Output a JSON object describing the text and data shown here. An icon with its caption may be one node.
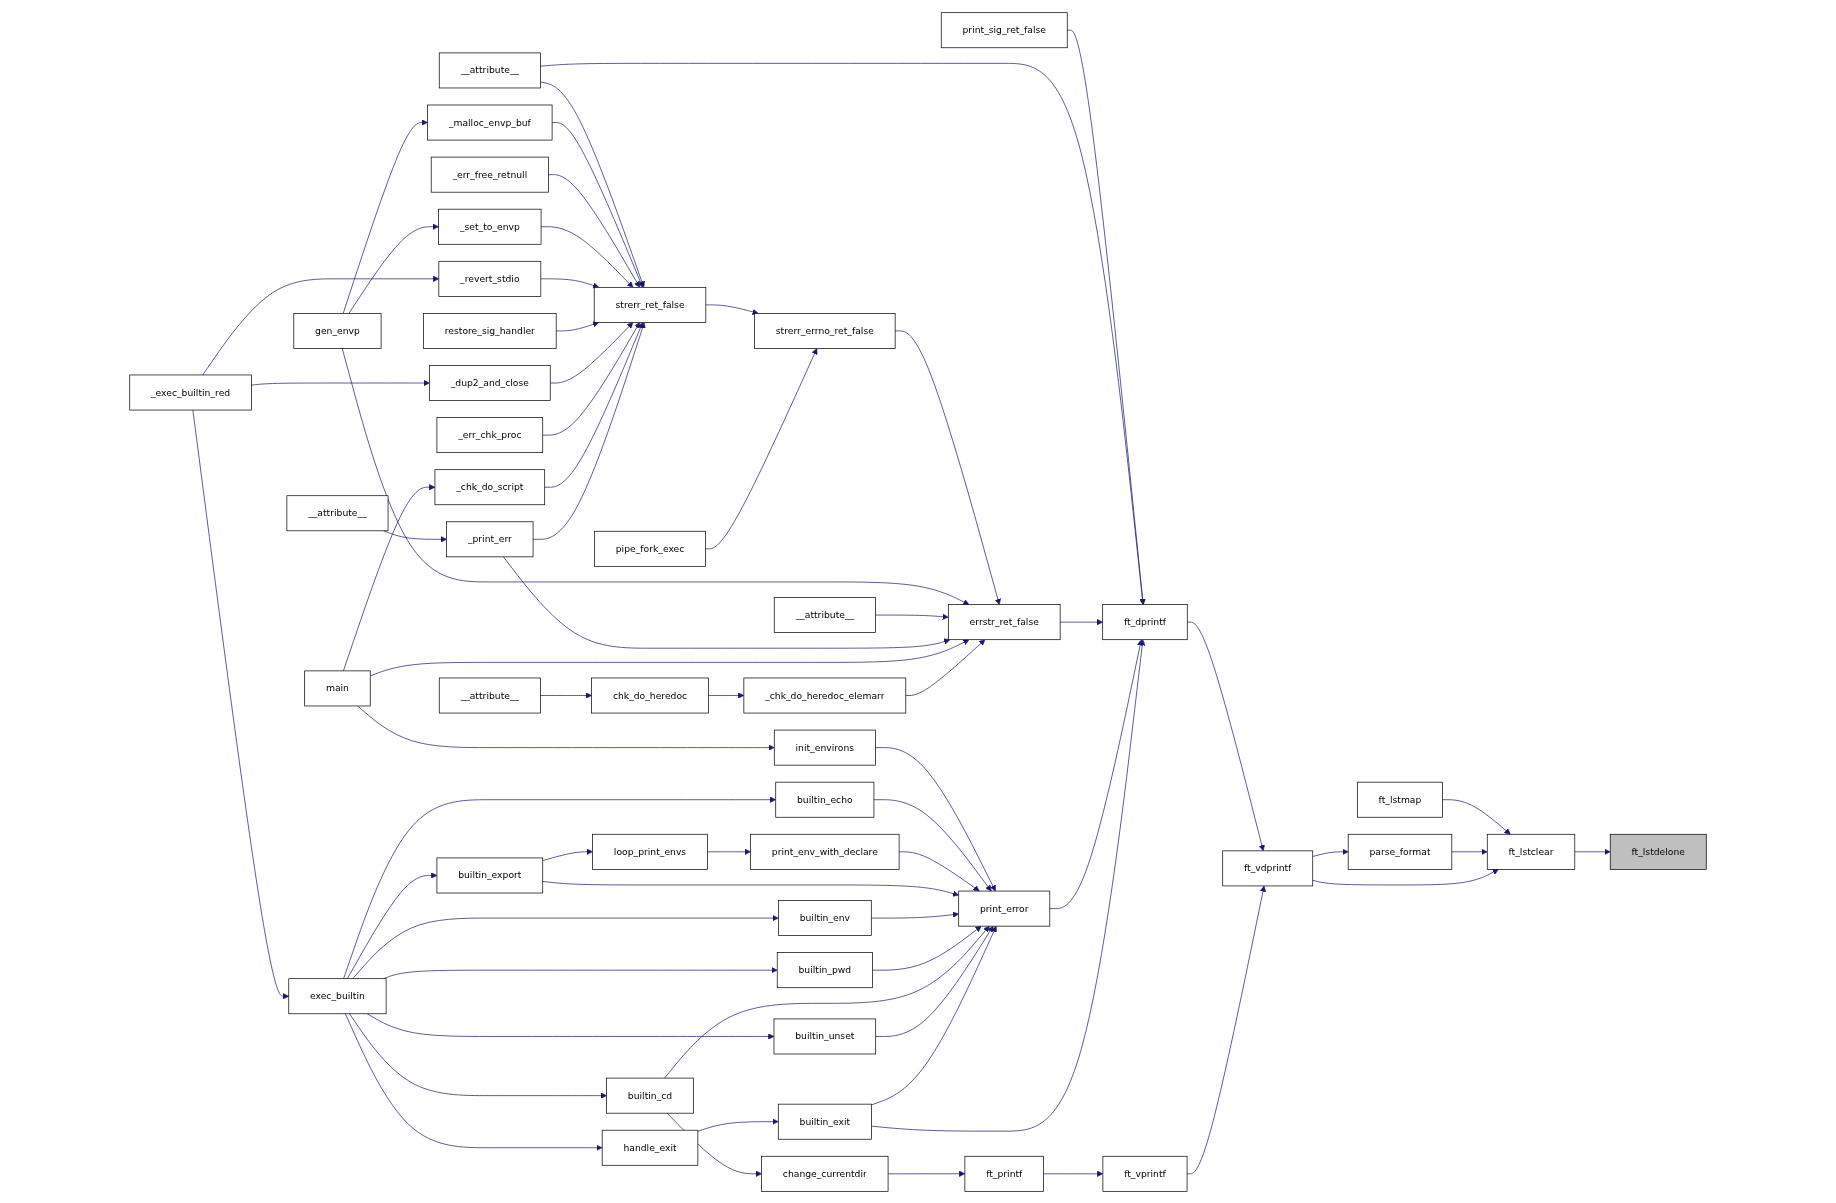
{
  "diagram": {
    "nodes": [
      {
        "text": [
          "print_sig_ret_false"
        ]
      },
      {
        "text": [
          "__attribute__"
        ]
      },
      {
        "text": [
          "gen_envp"
        ]
      },
      {
        "text": [
          "_malloc_envp_buf"
        ]
      },
      {
        "text": [
          "_err_free_retnull"
        ]
      },
      {
        "text": [
          "_set_to_envp"
        ]
      },
      {
        "text": [
          "_revert_stdio"
        ]
      },
      {
        "text": [
          "restore_sig_handler"
        ]
      },
      {
        "text": [
          "strerr_ret_false"
        ]
      },
      {
        "text": [
          "_exec_builtin_red"
        ]
      },
      {
        "text": [
          "_dup2_and_close"
        ]
      },
      {
        "text": [
          "pipe_fork_exec"
        ]
      },
      {
        "text": [
          "strerr_errno_ret_false"
        ]
      },
      {
        "text": [
          "_err_chk_proc"
        ]
      },
      {
        "text": [
          "_chk_do_script"
        ]
      },
      {
        "text": [
          "__attribute__"
        ]
      },
      {
        "text": [
          "_print_err"
        ]
      },
      {
        "text": [
          "__attribute__"
        ]
      },
      {
        "text": [
          "errstr_ret_false"
        ]
      },
      {
        "text": [
          "main"
        ]
      },
      {
        "text": [
          "__attribute__"
        ]
      },
      {
        "text": [
          "chk_do_heredoc"
        ]
      },
      {
        "text": [
          "_chk_do_heredoc_elemarr"
        ]
      },
      {
        "text": [
          "init_environs"
        ]
      },
      {
        "text": [
          "ft_dprintf"
        ]
      },
      {
        "text": [
          "builtin_echo"
        ]
      },
      {
        "text": [
          "loop_print_envs"
        ]
      },
      {
        "text": [
          "print_env_with_declare"
        ]
      },
      {
        "text": [
          "ft_lstmap"
        ]
      },
      {
        "text": [
          "builtin_export"
        ]
      },
      {
        "text": [
          "ft_lstclear"
        ]
      },
      {
        "text": [
          "parse_format"
        ]
      },
      {
        "text": [
          "ft_lstdelone"
        ]
      },
      {
        "text": [
          "print_error"
        ]
      },
      {
        "text": [
          "ft_vdprintf"
        ]
      },
      {
        "text": [
          "builtin_env"
        ]
      },
      {
        "text": [
          "exec_builtin"
        ]
      },
      {
        "text": [
          "builtin_pwd"
        ]
      },
      {
        "text": [
          "builtin_cd"
        ]
      },
      {
        "text": [
          "ft_vprintf"
        ]
      },
      {
        "text": [
          "builtin_unset"
        ]
      },
      {
        "text": [
          "handle_exit"
        ]
      },
      {
        "text": [
          "builtin_exit"
        ]
      },
      {
        "text": [
          "ft_printf"
        ]
      },
      {
        "text": [
          "change_currentdir"
        ]
      }
    ],
    "edges": [
      {
        "from": 30,
        "to": 32,
        "arrow": "to"
      },
      {
        "from": 28,
        "to": 30,
        "arrow": "to"
      },
      {
        "from": 31,
        "to": 30,
        "arrow": "to"
      },
      {
        "from": 34,
        "to": 30,
        "arrow": "to"
      },
      {
        "from": 34,
        "to": 31,
        "arrow": "to"
      },
      {
        "from": 24,
        "to": 34,
        "arrow": "to"
      },
      {
        "from": 39,
        "to": 34,
        "arrow": "to"
      },
      {
        "from": 43,
        "to": 39,
        "arrow": "to"
      },
      {
        "from": 44,
        "to": 43,
        "arrow": "to"
      },
      {
        "from": 0,
        "to": 24,
        "arrow": "to"
      },
      {
        "from": 1,
        "to": 24,
        "arrow": "to"
      },
      {
        "from": 18,
        "to": 24,
        "arrow": "to"
      },
      {
        "from": 33,
        "to": 24,
        "arrow": "to"
      },
      {
        "from": 42,
        "to": 24,
        "arrow": "to"
      },
      {
        "from": 1,
        "to": 8,
        "arrow": "to"
      },
      {
        "from": 3,
        "to": 8,
        "arrow": "to"
      },
      {
        "from": 4,
        "to": 8,
        "arrow": "to"
      },
      {
        "from": 5,
        "to": 8,
        "arrow": "to"
      },
      {
        "from": 6,
        "to": 8,
        "arrow": "to"
      },
      {
        "from": 7,
        "to": 8,
        "arrow": "to"
      },
      {
        "from": 10,
        "to": 8,
        "arrow": "to"
      },
      {
        "from": 13,
        "to": 8,
        "arrow": "to"
      },
      {
        "from": 14,
        "to": 8,
        "arrow": "to"
      },
      {
        "from": 16,
        "to": 8,
        "arrow": "to"
      },
      {
        "from": 8,
        "to": 12,
        "arrow": "to"
      },
      {
        "from": 11,
        "to": 12,
        "arrow": "to"
      },
      {
        "from": 12,
        "to": 18,
        "arrow": "to"
      },
      {
        "from": 2,
        "to": 18,
        "arrow": "to"
      },
      {
        "from": 17,
        "to": 18,
        "arrow": "to"
      },
      {
        "from": 16,
        "to": 18,
        "arrow": "to"
      },
      {
        "from": 19,
        "to": 18,
        "arrow": "to"
      },
      {
        "from": 22,
        "to": 18,
        "arrow": "to"
      },
      {
        "from": 2,
        "to": 3,
        "arrow": "to"
      },
      {
        "from": 2,
        "to": 5,
        "arrow": "to"
      },
      {
        "from": 9,
        "to": 6,
        "arrow": "to"
      },
      {
        "from": 9,
        "to": 10,
        "arrow": "to"
      },
      {
        "from": 19,
        "to": 14,
        "arrow": "to"
      },
      {
        "from": 15,
        "to": 16,
        "arrow": "to"
      },
      {
        "from": 20,
        "to": 21,
        "arrow": "to"
      },
      {
        "from": 21,
        "to": 22,
        "arrow": "to"
      },
      {
        "from": 19,
        "to": 23,
        "arrow": "to"
      },
      {
        "from": 23,
        "to": 33,
        "arrow": "to"
      },
      {
        "from": 25,
        "to": 33,
        "arrow": "to"
      },
      {
        "from": 26,
        "to": 27,
        "arrow": "to"
      },
      {
        "from": 27,
        "to": 33,
        "arrow": "to"
      },
      {
        "from": 29,
        "to": 26,
        "arrow": "to"
      },
      {
        "from": 29,
        "to": 33,
        "arrow": "to"
      },
      {
        "from": 35,
        "to": 33,
        "arrow": "to"
      },
      {
        "from": 37,
        "to": 33,
        "arrow": "to"
      },
      {
        "from": 38,
        "to": 33,
        "arrow": "to"
      },
      {
        "from": 40,
        "to": 33,
        "arrow": "to"
      },
      {
        "from": 42,
        "to": 33,
        "arrow": "to"
      },
      {
        "from": 36,
        "to": 25,
        "arrow": "to"
      },
      {
        "from": 36,
        "to": 29,
        "arrow": "to"
      },
      {
        "from": 36,
        "to": 35,
        "arrow": "to"
      },
      {
        "from": 36,
        "to": 37,
        "arrow": "to"
      },
      {
        "from": 36,
        "to": 38,
        "arrow": "to"
      },
      {
        "from": 36,
        "to": 40,
        "arrow": "to"
      },
      {
        "from": 36,
        "to": 41,
        "arrow": "to"
      },
      {
        "from": 41,
        "to": 42,
        "arrow": "to"
      },
      {
        "from": 38,
        "to": 44,
        "arrow": "to"
      },
      {
        "from": 9,
        "to": 36,
        "arrow": "to"
      }
    ]
  }
}
